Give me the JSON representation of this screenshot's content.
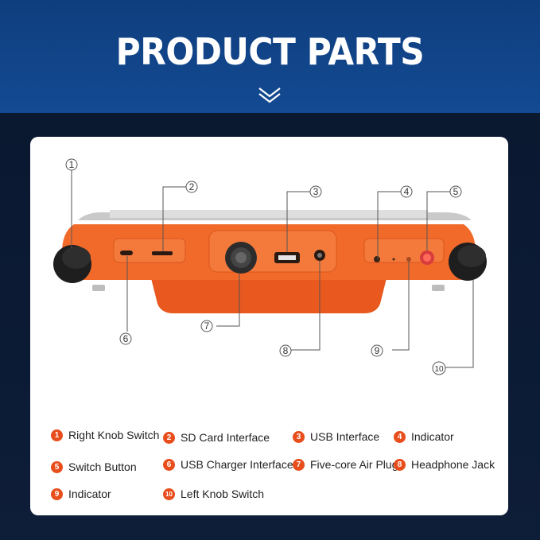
{
  "header": {
    "title": "PRODUCT PARTS"
  },
  "colors": {
    "header_bg": "#134a92",
    "accent": "#e84d1c",
    "device": "#f26a2a"
  },
  "callouts": [
    "1",
    "2",
    "3",
    "4",
    "5",
    "6",
    "7",
    "8",
    "9",
    "10"
  ],
  "legend": [
    {
      "num": "1",
      "label": "Right Knob Switch"
    },
    {
      "num": "2",
      "label": "SD Card Interface"
    },
    {
      "num": "3",
      "label": "USB Interface"
    },
    {
      "num": "4",
      "label": "Indicator"
    },
    {
      "num": "5",
      "label": "Switch Button"
    },
    {
      "num": "6",
      "label": "USB Charger Interface"
    },
    {
      "num": "7",
      "label": "Five-core Air Plug"
    },
    {
      "num": "8",
      "label": "Headphone Jack"
    },
    {
      "num": "9",
      "label": "Indicator"
    },
    {
      "num": "10",
      "label": "Left Knob Switch"
    }
  ]
}
